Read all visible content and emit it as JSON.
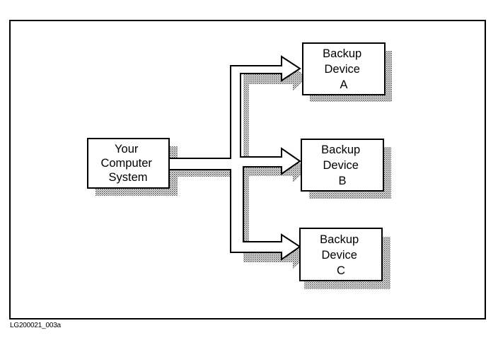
{
  "source": {
    "lines": [
      "Your",
      "Computer",
      "System"
    ]
  },
  "devices": [
    {
      "lines": [
        "Backup",
        "Device",
        "A"
      ]
    },
    {
      "lines": [
        "Backup",
        "Device",
        "B"
      ]
    },
    {
      "lines": [
        "Backup",
        "Device",
        "C"
      ]
    }
  ],
  "figure_id": "LG200021_003a",
  "colors": {
    "stroke": "#000000",
    "fill": "#ffffff",
    "shadow": "#a8a8a8"
  }
}
